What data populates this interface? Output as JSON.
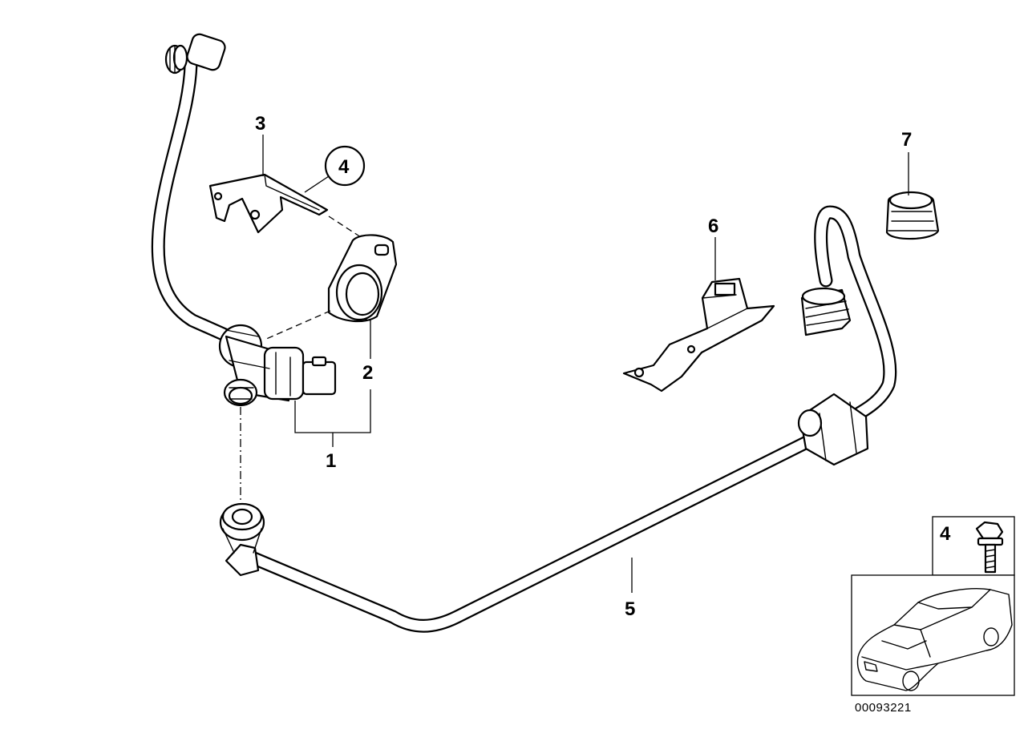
{
  "callouts": {
    "c1": "1",
    "c2": "2",
    "c3": "3",
    "c4_circled": "4",
    "c5": "5",
    "c6": "6",
    "c7": "7",
    "c4_inset": "4"
  },
  "reference_number": "00093221",
  "colors": {
    "line": "#000000",
    "background": "#ffffff"
  }
}
